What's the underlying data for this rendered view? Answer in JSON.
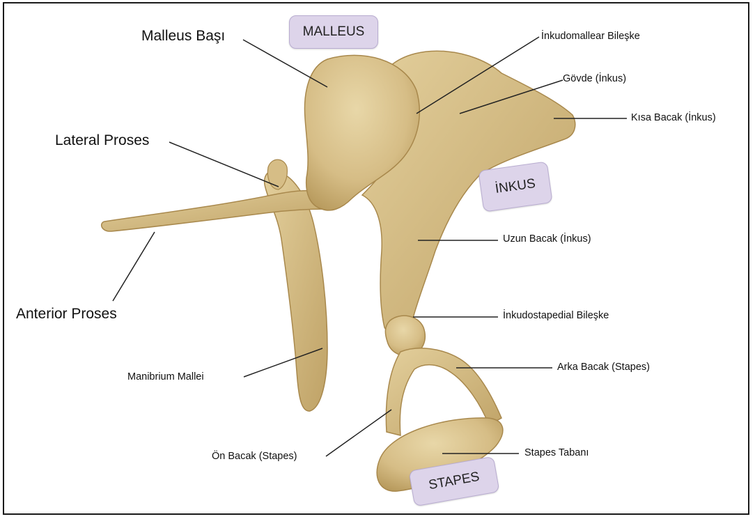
{
  "bones": {
    "malleus": "MALLEUS",
    "incus": "İNKUS",
    "stapes": "STAPES"
  },
  "labels": {
    "malleus_head": "Malleus Başı",
    "lateral_process": "Lateral Proses",
    "anterior_process": "Anterior Proses",
    "manubrium": "Manibrium Mallei",
    "anterior_crus": "Ön Bacak (Stapes)",
    "incudomalleolar_joint": "İnkudomallear Bileşke",
    "incus_body": "Gövde (İnkus)",
    "short_process": "Kısa Bacak (İnkus)",
    "long_process": "Uzun Bacak (İnkus)",
    "incudostapedial_joint": "İnkudostapedial Bileşke",
    "posterior_crus": "Arka Bacak (Stapes)",
    "footplate": "Stapes Tabanı"
  },
  "colors": {
    "bone": "#d9c28e",
    "bone_shade": "#b89a5c",
    "tag_fill": "#ddd4ea",
    "leader_line": "#222222"
  }
}
